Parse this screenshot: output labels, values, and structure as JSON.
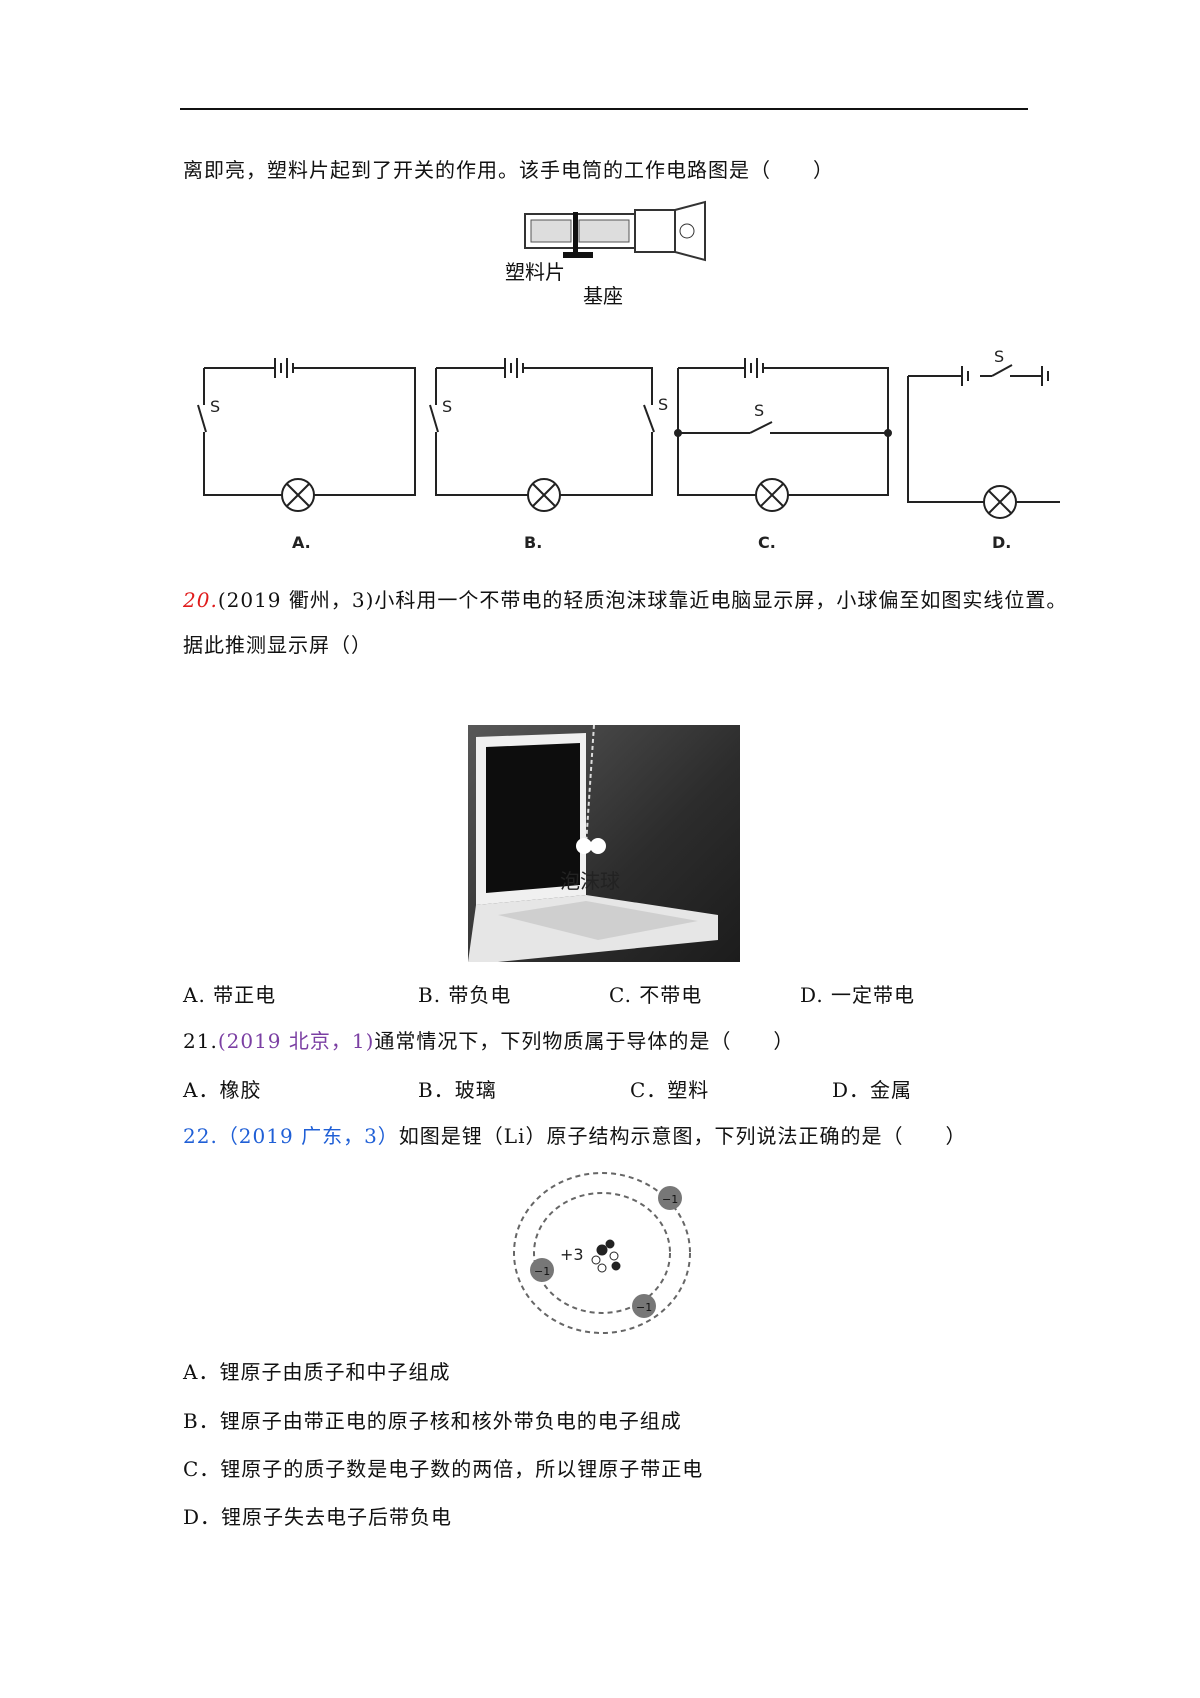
{
  "q19": {
    "continuation": "离即亮，塑料片起到了开关的作用。该手电筒的工作电路图是（　　）",
    "figure_labels": {
      "plastic": "塑料片",
      "base": "基座"
    },
    "circuit_switch_label": "S",
    "circuit_labels": [
      "A.",
      "B.",
      "C.",
      "D."
    ]
  },
  "q20": {
    "number": "20.",
    "source": "(2019 衢州，3)",
    "text": "小科用一个不带电的轻质泡沫球靠近电脑显示屏，小球偏至如图实线位置。",
    "text2": "据此推测显示屏（）",
    "photo_label": "泡沫球",
    "options": [
      "A. 带正电",
      "B. 带负电",
      "C. 不带电",
      "D. 一定带电"
    ]
  },
  "q21": {
    "number": "21.",
    "source": "(2019 北京，1)",
    "text": "通常情况下，下列物质属于导体的是（　　）",
    "options": [
      "A．橡胶",
      "B．玻璃",
      "C．塑料",
      "D．金属"
    ]
  },
  "q22": {
    "number": "22.",
    "source": "（2019 广东，3）",
    "text": "如图是锂（Li）原子结构示意图，下列说法正确的是（　　）",
    "nucleus_label": "+3",
    "electron_label": "−1",
    "options": [
      "A．锂原子由质子和中子组成",
      "B．锂原子由带正电的原子核和核外带负电的电子组成",
      "C．锂原子的质子数是电子数的两倍，所以锂原子带正电",
      "D．锂原子失去电子后带负电"
    ]
  }
}
